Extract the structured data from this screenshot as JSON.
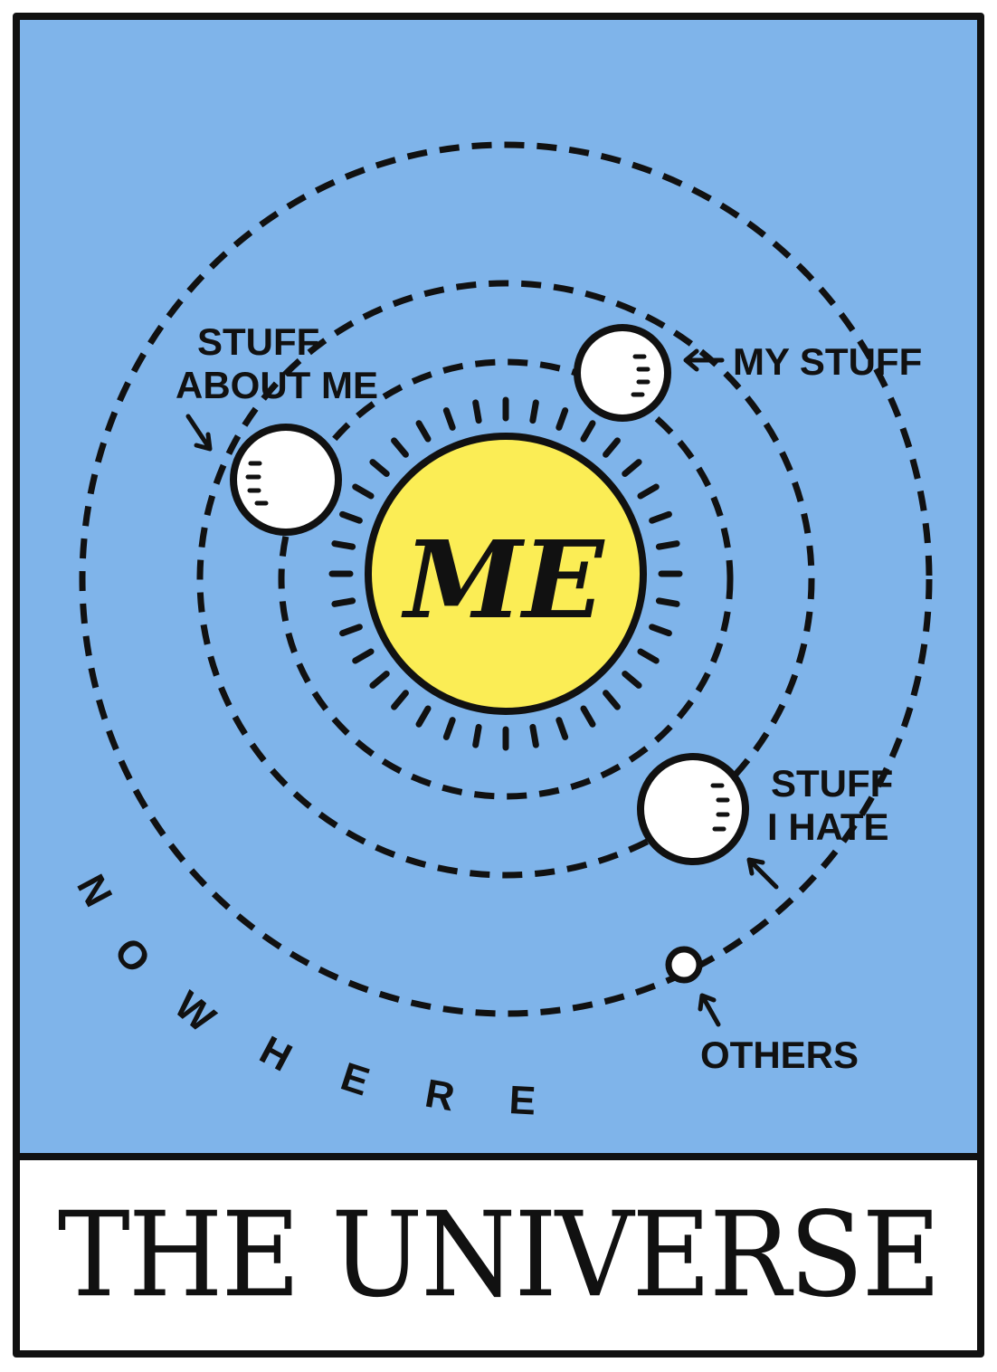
{
  "title": "THE UNIVERSE",
  "center_label": "ME",
  "labels": {
    "stuff_about_me_1": "STUFF",
    "stuff_about_me_2": "ABOUT ME",
    "my_stuff": "MY STUFF",
    "stuff_i_hate_1": "STUFF",
    "stuff_i_hate_2": "I HATE",
    "others": "OTHERS",
    "nowhere": [
      "N",
      "O",
      "W",
      "H",
      "E",
      "R",
      "E"
    ]
  },
  "colors": {
    "sky": "#7fb4ea",
    "sun": "#fbed55",
    "ink": "#111111",
    "planet": "#ffffff"
  }
}
